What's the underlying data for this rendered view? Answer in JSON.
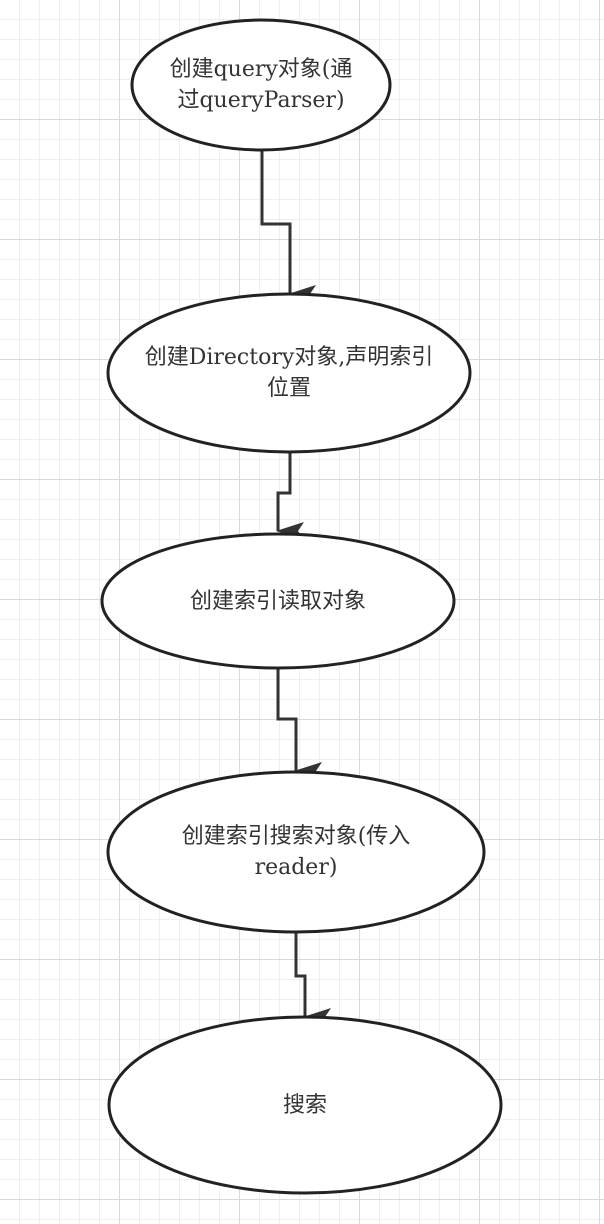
{
  "colors": {
    "node_fill": "#ffffff",
    "node_stroke": "#222222",
    "edge": "#333333",
    "text": "#333333"
  },
  "nodes": [
    {
      "id": "n1",
      "label": "创建query对象(通\n过queryParser)"
    },
    {
      "id": "n2",
      "label": "创建Directory对象,声明索引\n位置"
    },
    {
      "id": "n3",
      "label": "创建索引读取对象"
    },
    {
      "id": "n4",
      "label": "创建索引搜索对象(传入\nreader)"
    },
    {
      "id": "n5",
      "label": "搜索"
    }
  ],
  "edges": [
    {
      "from": "n1",
      "to": "n2"
    },
    {
      "from": "n2",
      "to": "n3"
    },
    {
      "from": "n3",
      "to": "n4"
    },
    {
      "from": "n4",
      "to": "n5"
    }
  ]
}
